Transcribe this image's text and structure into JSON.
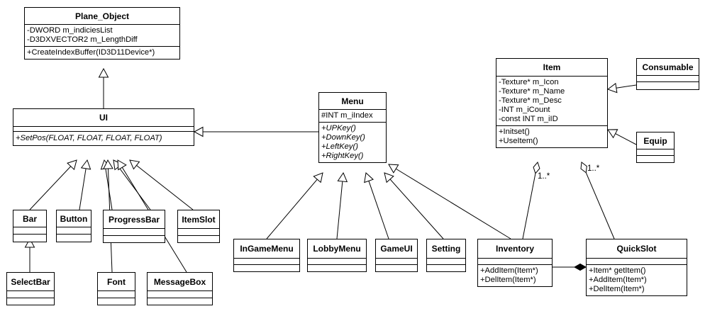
{
  "classes": {
    "plane_object": {
      "name": "Plane_Object",
      "attributes": [
        "-DWORD m_indiciesList",
        "-D3DXVECTOR2 m_LengthDiff"
      ],
      "operations": [
        "+CreateIndexBuffer(ID3D11Device*)"
      ]
    },
    "ui": {
      "name": "UI",
      "operations": [
        "+SetPos(FLOAT, FLOAT, FLOAT, FLOAT)"
      ]
    },
    "menu": {
      "name": "Menu",
      "attributes": [
        "#INT m_iIndex"
      ],
      "operations": [
        "+UPKey()",
        "+DownKey()",
        "+LeftKey()",
        "+RightKey()"
      ]
    },
    "item": {
      "name": "Item",
      "attributes": [
        "-Texture* m_Icon",
        "-Texture* m_Name",
        "-Texture* m_Desc",
        "-INT m_iCount",
        "-const INT m_iID"
      ],
      "operations": [
        "+Initset()",
        "+UseItem()"
      ]
    },
    "consumable": {
      "name": "Consumable"
    },
    "equip": {
      "name": "Equip"
    },
    "bar": {
      "name": "Bar"
    },
    "button": {
      "name": "Button"
    },
    "progressbar": {
      "name": "ProgressBar"
    },
    "itemslot": {
      "name": "ItemSlot"
    },
    "selectbar": {
      "name": "SelectBar"
    },
    "font": {
      "name": "Font"
    },
    "messagebox": {
      "name": "MessageBox"
    },
    "ingamemenu": {
      "name": "InGameMenu"
    },
    "lobbymenu": {
      "name": "LobbyMenu"
    },
    "gameui": {
      "name": "GameUI"
    },
    "setting": {
      "name": "Setting"
    },
    "inventory": {
      "name": "Inventory",
      "operations": [
        "+AddItem(Item*)",
        "+DelItem(Item*)"
      ]
    },
    "quickslot": {
      "name": "QuickSlot",
      "operations": [
        "+Item* getItem()",
        "+AddItem(Item*)",
        "+DelItem(Item*)"
      ]
    }
  },
  "multiplicities": {
    "inventory_item": "1..*",
    "quickslot_item": "1..*"
  }
}
